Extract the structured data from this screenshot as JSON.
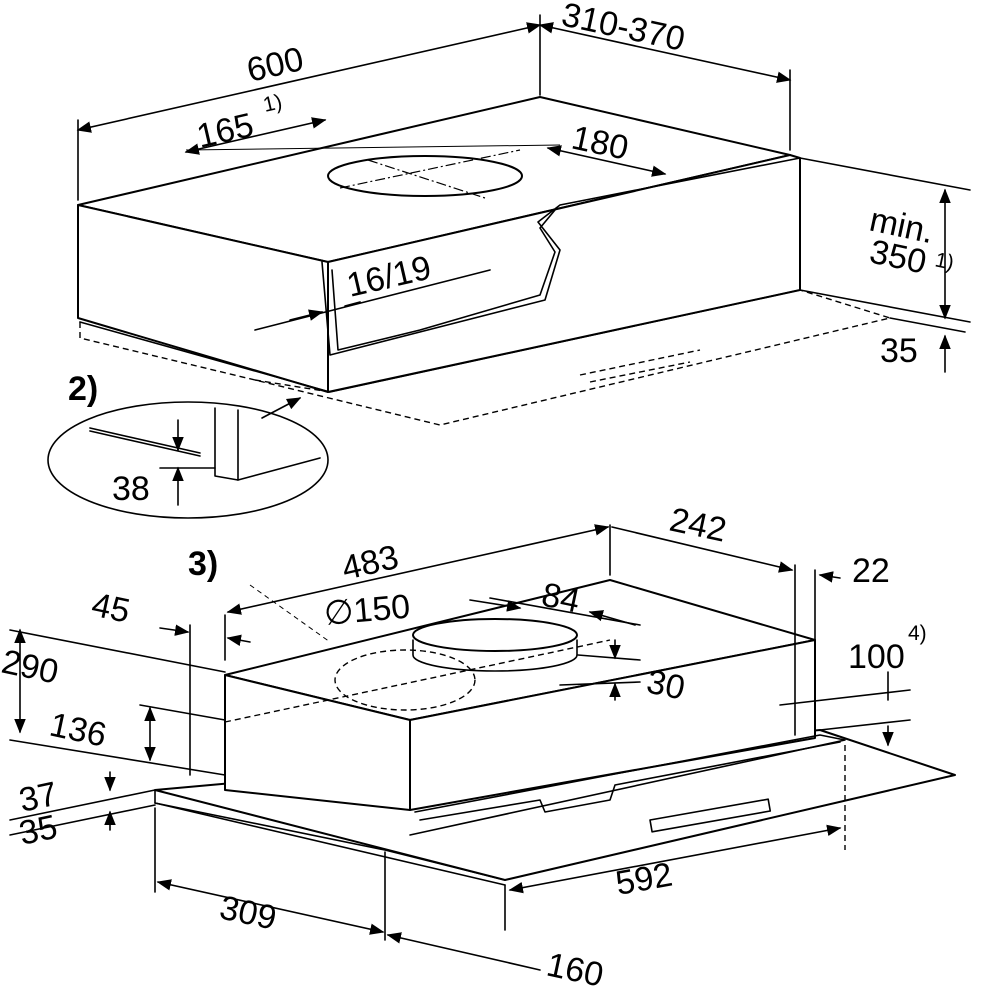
{
  "top_view": {
    "width": "600",
    "depth": "310-370",
    "hole_offset": "165",
    "hole_offset_note": "1)",
    "hole_y": "180",
    "min_height_line1": "min.",
    "min_height_line2": "350",
    "min_height_note": "1)",
    "panel": "16/19",
    "bottom_gap": "35"
  },
  "detail": {
    "label": "2)",
    "value": "38"
  },
  "bottom_view": {
    "note3": "3)",
    "width_inner": "483",
    "depth_top": "242",
    "offset_right": "22",
    "left_offset": "45",
    "duct_diameter": "∅150",
    "duct_offset": "84",
    "height_total": "290",
    "height_body": "136",
    "duct_height": "30",
    "front_height": "100",
    "front_height_note": "4)",
    "bottom_37": "37",
    "bottom_35": "35",
    "front_width": "592",
    "depth_309": "309",
    "depth_160": "160"
  }
}
